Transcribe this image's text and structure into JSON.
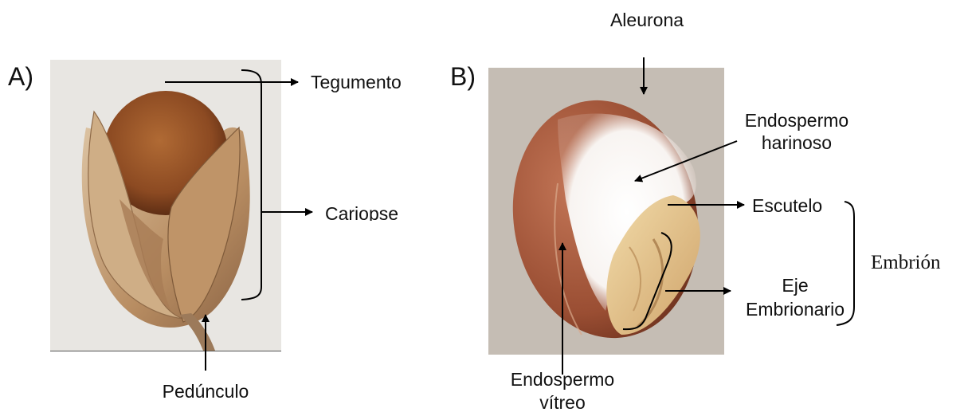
{
  "panel_a": {
    "tag": "A)",
    "labels": {
      "tegumento": "Tegumento",
      "cariopse": "Cariopse",
      "pedunculo": "Pedúnculo"
    }
  },
  "panel_b": {
    "tag": "B)",
    "labels": {
      "aleurona": "Aleurona",
      "endospermo_harinoso_1": "Endospermo",
      "endospermo_harinoso_2": "harinoso",
      "escutelo": "Escutelo",
      "eje_1": "Eje",
      "eje_2": "Embrionario",
      "endospermo_vitreo_1": "Endospermo",
      "endospermo_vitreo_2": "vítreo",
      "embrion": "Embrión"
    }
  },
  "colors": {
    "photo_a_background": "#e8e6e2",
    "photo_b_background": "#c5bdb4",
    "husk": "#c9a27a",
    "caryopsis": "#8c4a22",
    "kernel_b": "#a4583c",
    "floury_endosperm": "#ffffff",
    "embryo": "#e8cc98",
    "line": "#000000"
  }
}
